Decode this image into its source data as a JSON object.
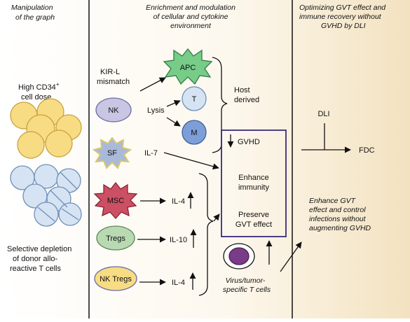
{
  "columns": {
    "left": {
      "heading_line1": "Manipulation",
      "heading_line2": "of the graph"
    },
    "middle": {
      "heading_line1": "Enrichment and modulation",
      "heading_line2": "of cellular and cytokine",
      "heading_line3": "environment"
    },
    "right": {
      "heading_line1": "Optimizing GVT effect and",
      "heading_line2": "immune  recovery without",
      "heading_line3": "GVHD by DLI"
    }
  },
  "left_labels": {
    "cd34_line1": "High CD34",
    "cd34_sup": "+",
    "cd34_line2": "cell dose",
    "depletion_line1": "Selective depletion",
    "depletion_line2": "of donor allo-",
    "depletion_line3": "reactive T cells"
  },
  "cells": {
    "apc": "APC",
    "t": "T",
    "m": "M",
    "nk": "NK",
    "sf": "SF",
    "msc": "MSC",
    "tregs": "Tregs",
    "nk_tregs": "NK Tregs"
  },
  "labels": {
    "kir_line1": "KIR-L",
    "kir_line2": "mismatch",
    "lysis": "Lysis",
    "host_line1": "Host",
    "host_line2": "derived",
    "il7": "IL-7",
    "il4_a": "IL-4",
    "il10": "IL-10",
    "il4_b": "IL-4",
    "virus_line1": "Virus/tumor-",
    "virus_line2": "specific T cells"
  },
  "box": {
    "gvhd": "GVHD",
    "enhance_line1": "Enhance",
    "enhance_line2": "immunity",
    "preserve_line1": "Preserve",
    "preserve_line2": "GVT effect"
  },
  "right_labels": {
    "dli": "DLI",
    "fdc": "FDC",
    "outcome_line1": "Enhance GVT",
    "outcome_line2": "effect and control",
    "outcome_line3": "infections without",
    "outcome_line4": "augmenting GVHD"
  },
  "colors": {
    "bg_left": "#ffffff",
    "bg_right": "#f5e6c8",
    "yellow_cell": "#f7dc84",
    "yellow_stroke": "#c9a23c",
    "blue_cell": "#d5e3f3",
    "blue_stroke": "#6f8fb8",
    "apc_fill": "#77cc88",
    "msc_fill": "#cc4f63",
    "treg_fill": "#b9d9b3",
    "nk_fill": "#c9c6e3",
    "sf_fill": "#a9b9d9",
    "sf_stroke": "#d9c770",
    "m_fill": "#7d9fd9",
    "box_stroke": "#3a2a7a",
    "virus_fill": "#7a3c88"
  }
}
